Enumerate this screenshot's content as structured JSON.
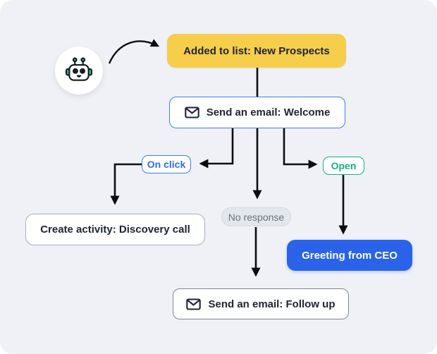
{
  "flow": {
    "trigger": {
      "label": "Added to list: New Prospects",
      "type": "trigger"
    },
    "email_welcome": {
      "label": "Send an email: Welcome",
      "icon": "envelope-icon"
    },
    "branch_on_click": {
      "label": "On click"
    },
    "branch_open": {
      "label": "Open"
    },
    "branch_no_response": {
      "label": "No response"
    },
    "create_activity": {
      "label": "Create activity: Discovery call"
    },
    "greeting_ceo": {
      "label": "Greeting from CEO"
    },
    "email_followup": {
      "label": "Send an email: Follow up",
      "icon": "envelope-icon"
    }
  },
  "icons": {
    "robot": "robot-avatar",
    "email": "envelope-icon",
    "arrow": "curved-arrow"
  },
  "colors": {
    "panel_bg": "#EFF1F6",
    "trigger_yellow": "#F6CE4B",
    "primary_blue": "#2A63EA",
    "outline_blue": "#3D7BF7",
    "success_green": "#12B27C",
    "neutral_pill_bg": "#E3E6EB",
    "neutral_text": "#6B7280",
    "ink_text": "#1D2433",
    "arrow_black": "#0C0D10",
    "robot_accent_green": "#2ECC8E"
  }
}
